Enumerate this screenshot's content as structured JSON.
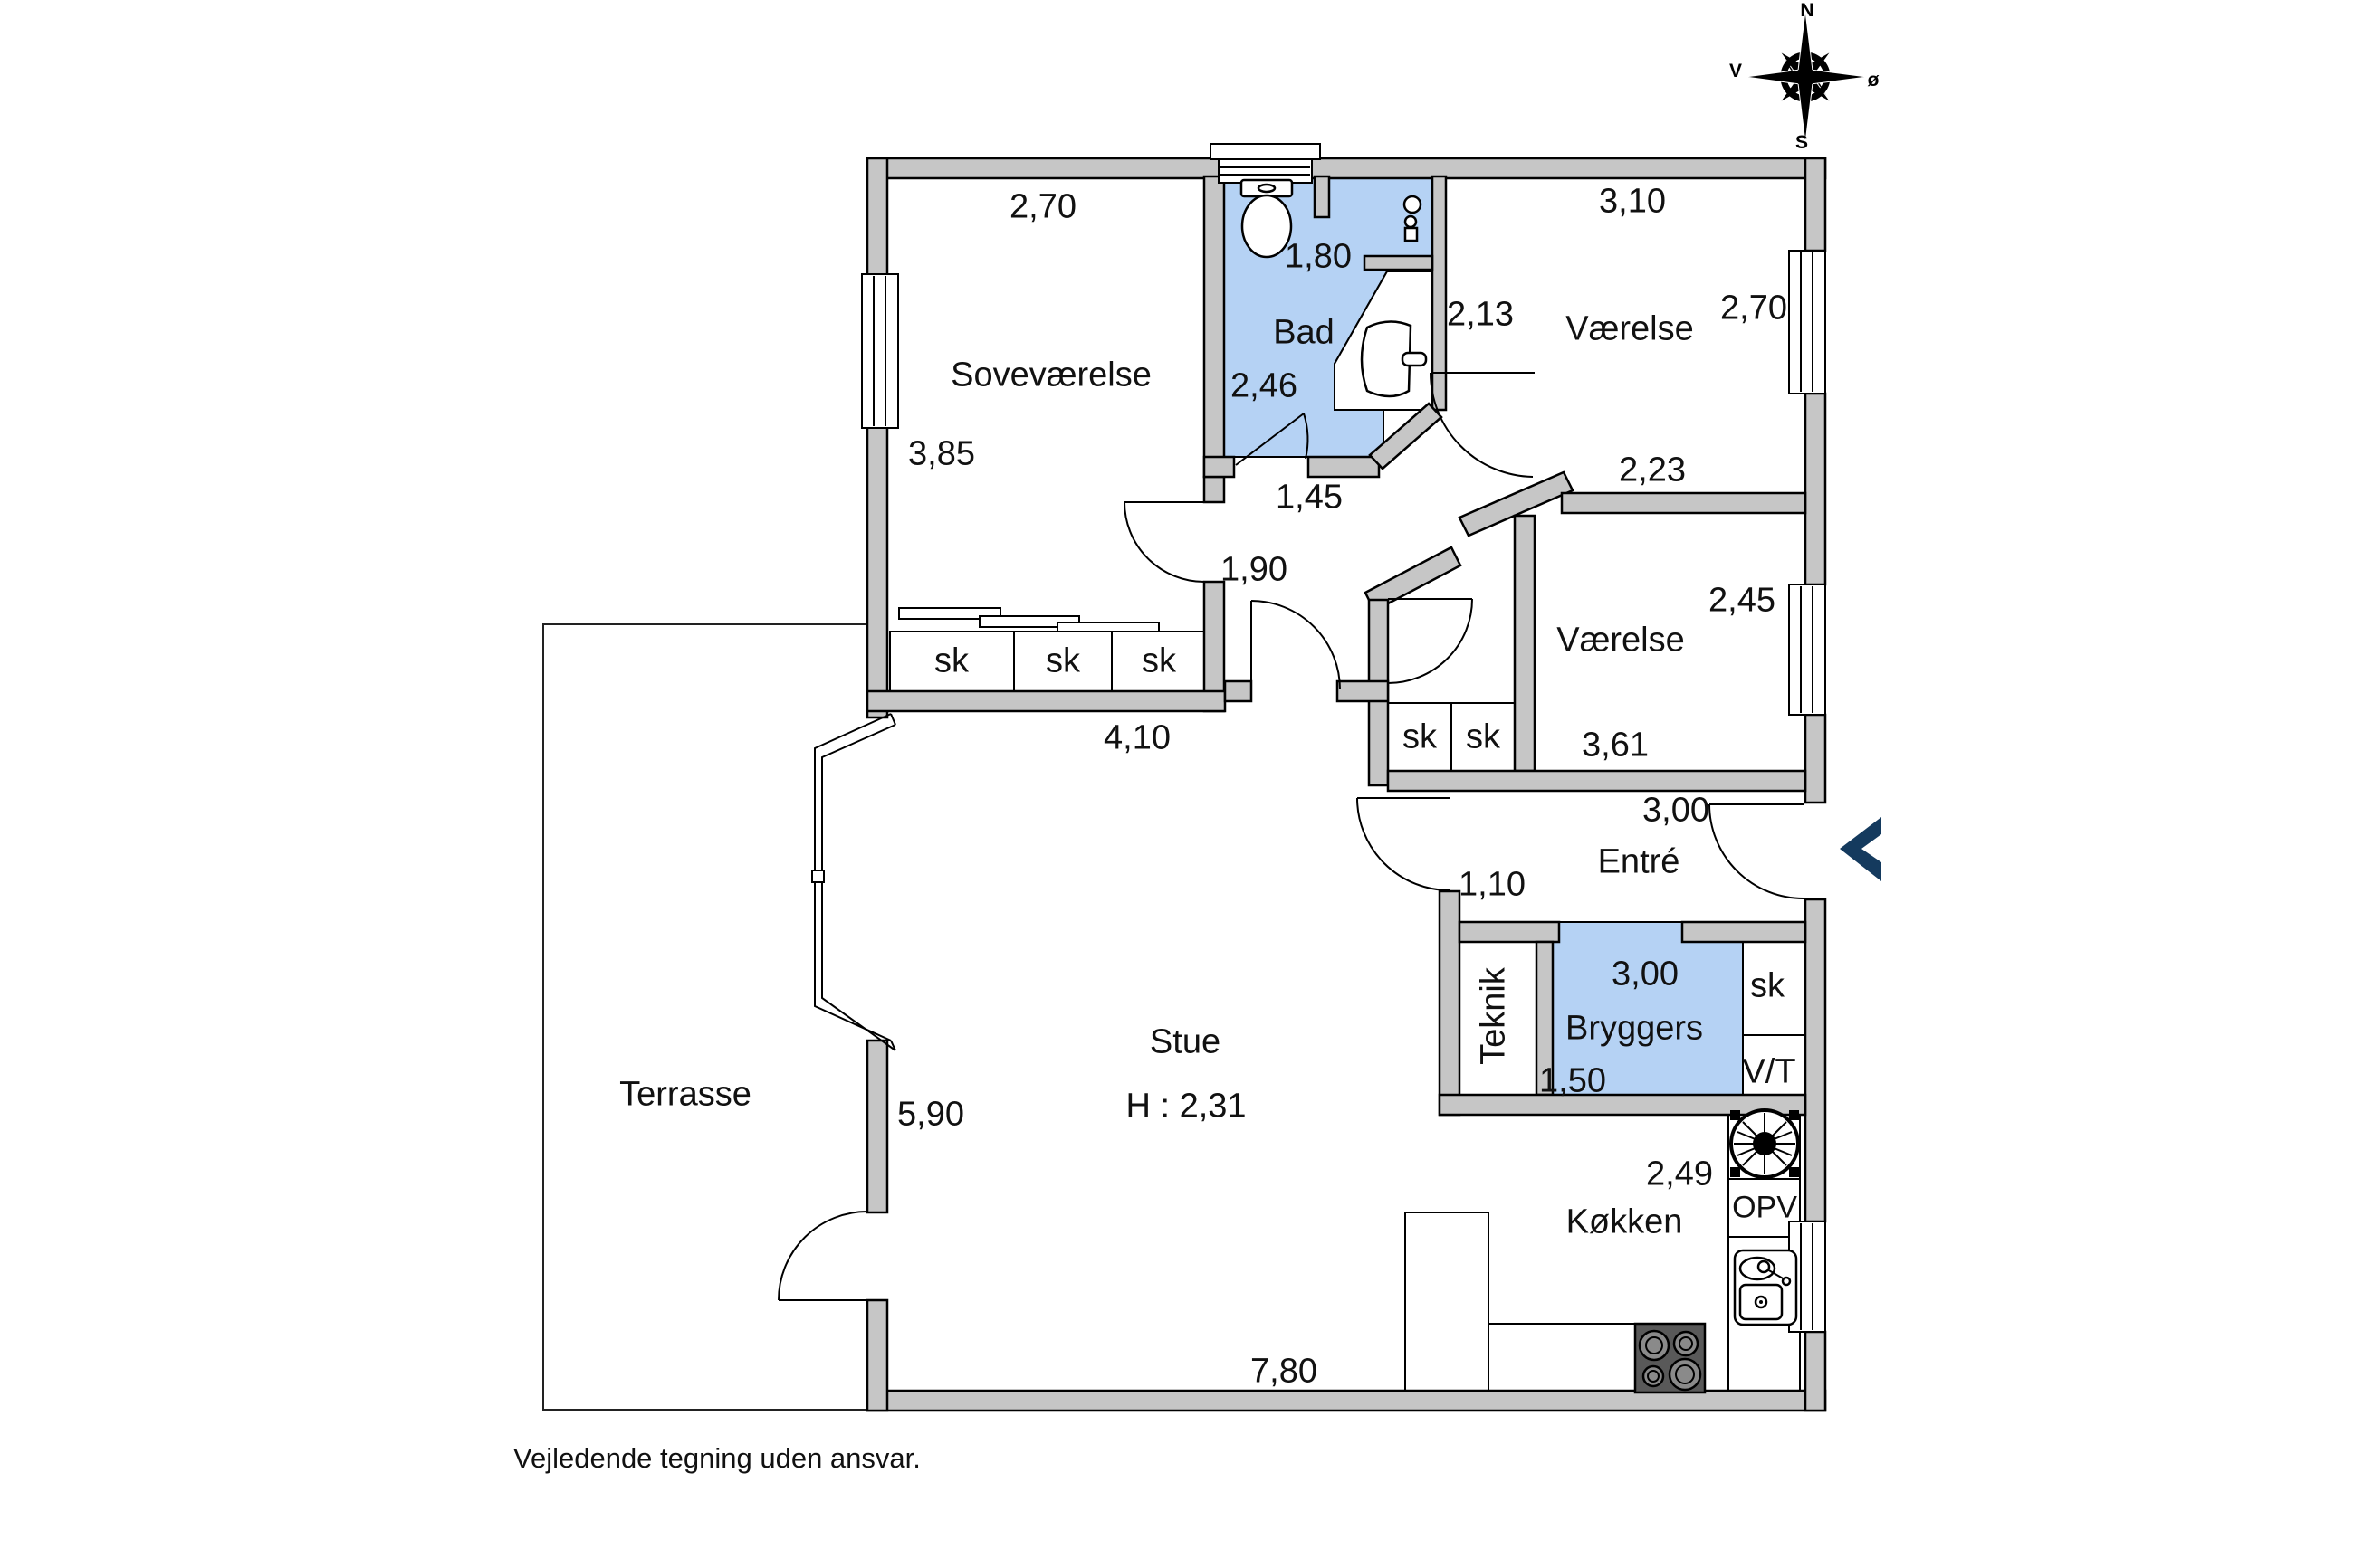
{
  "colors": {
    "wall_fill": "#c6c6c6",
    "outline": "#000000",
    "room_highlight": "#b5d2f4",
    "entry_arrow": "#143a5e",
    "stove_fill": "#595959"
  },
  "compass": {
    "n": "N",
    "s": "S",
    "e": "ø",
    "w": "V"
  },
  "shared": {
    "sk": "sk"
  },
  "rooms": {
    "sovevaerelse": {
      "name": "Soveværelse",
      "top_dim": "2,70",
      "side_dim": "3,85"
    },
    "bad": {
      "name": "Bad",
      "top_dim": "1,80",
      "side_dim": "2,46"
    },
    "vaerelse_ne": {
      "name": "Værelse",
      "top_dim": "3,10",
      "window_dim": "2,70",
      "hall_dim": "2,13",
      "bottom_dim": "2,23"
    },
    "vaerelse_e": {
      "name": "Værelse",
      "window_dim": "2,45",
      "bottom_dim": "3,61"
    },
    "hall": {
      "dim_top": "1,45",
      "dim_mid": "1,90"
    },
    "entre": {
      "name": "Entré",
      "top_dim": "3,00",
      "door_dim": "1,10"
    },
    "teknik": {
      "name": "Teknik"
    },
    "bryggers": {
      "name": "Bryggers",
      "top_dim": "3,00",
      "side_dim": "1,50"
    },
    "vt": {
      "label": "V/T"
    },
    "stue": {
      "name": "Stue",
      "ceiling": "H : 2,31",
      "top_dim": "4,10",
      "side_dim": "5,90",
      "bottom_dim": "7,80"
    },
    "terrasse": {
      "name": "Terrasse"
    },
    "koekken": {
      "name": "Køkken",
      "dim": "2,49",
      "dishwasher": "OPV"
    }
  },
  "footer": {
    "disclaimer": "Vejledende tegning uden ansvar."
  }
}
